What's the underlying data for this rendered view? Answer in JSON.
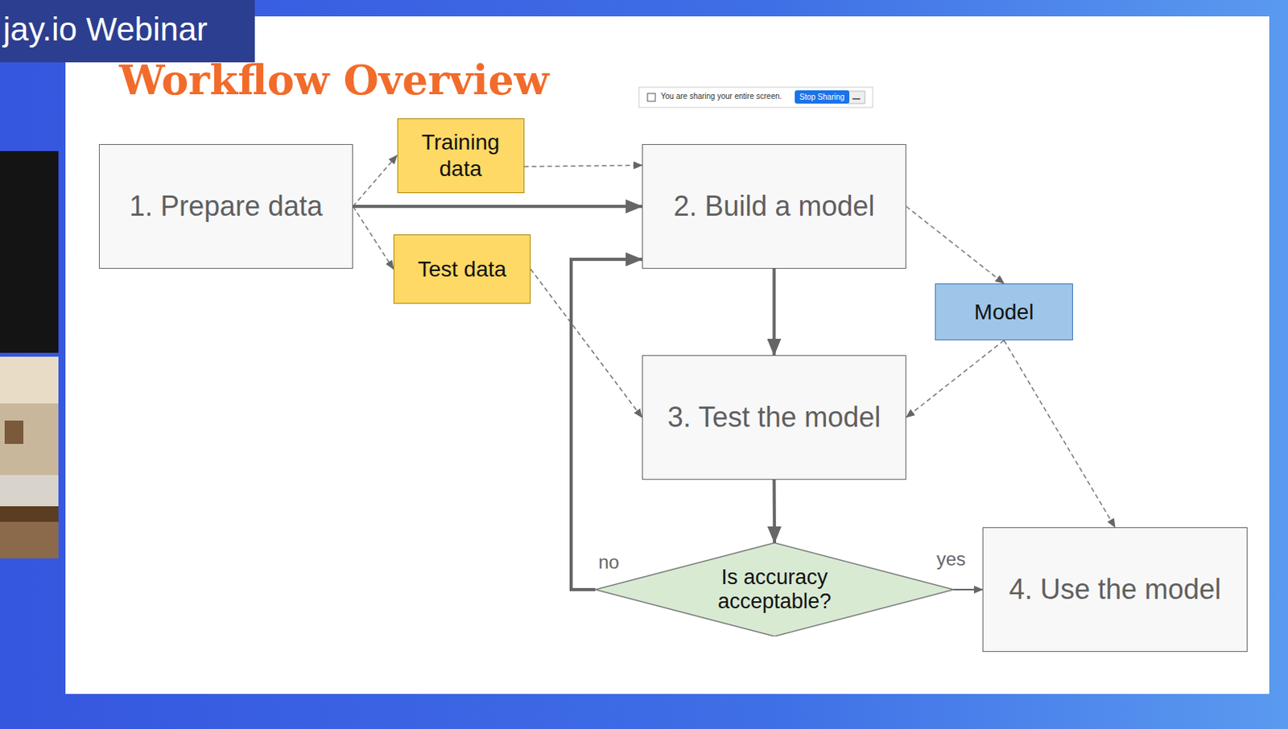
{
  "diagram": {
    "title": "Workflow Overview",
    "nodes": [
      {
        "text": [
          "1. Prepare data"
        ]
      },
      {
        "text": [
          "Training data"
        ]
      },
      {
        "text": [
          "2. Build a model"
        ]
      },
      {
        "text": [
          "Test data"
        ]
      },
      {
        "text": [
          "Model"
        ]
      },
      {
        "text": [
          "3. Test the model"
        ]
      },
      {
        "text": [
          "Is accuracy acceptable?"
        ]
      },
      {
        "text": [
          "4. Use the model"
        ]
      }
    ],
    "edges": [
      {
        "from": 0,
        "to": 1,
        "arrow": "to"
      },
      {
        "from": 0,
        "to": 3,
        "arrow": "to"
      },
      {
        "from": 0,
        "to": 2,
        "arrow": "to"
      },
      {
        "from": 1,
        "to": 2,
        "arrow": "to"
      },
      {
        "from": 2,
        "to": 4,
        "arrow": "to"
      },
      {
        "from": 3,
        "to": 5,
        "arrow": "to"
      },
      {
        "from": 4,
        "to": 5,
        "arrow": "to"
      },
      {
        "from": 4,
        "to": 7,
        "arrow": "to"
      },
      {
        "from": 2,
        "to": 5,
        "arrow": "to"
      },
      {
        "from": 5,
        "to": 6,
        "arrow": "to"
      },
      {
        "from": 6,
        "to": 7,
        "label": "yes",
        "arrow": "to"
      },
      {
        "from": 6,
        "to": 2,
        "label": "no",
        "arrow": "to"
      }
    ],
    "labels": [
      "jay.io Webinar",
      "You are sharing your entire screen.",
      "Stop Sharing"
    ]
  }
}
